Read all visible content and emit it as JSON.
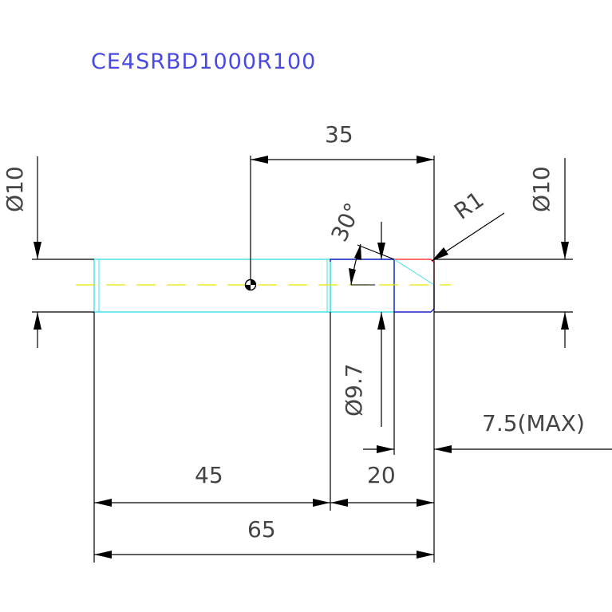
{
  "drawing": {
    "part_number": "CE4SRBD1000R100",
    "colors": {
      "background": "#ffffff",
      "dimension": "#000000",
      "text": "#444444",
      "title": "#4a4ae0",
      "body_outline": "#40e0e8",
      "centerline": "#e8e800",
      "tip_outline_red": "#ff4040",
      "tip_outline_blue": "#2020c0"
    },
    "dimensions": {
      "top_length": "35",
      "shank_dia_left": "Ø10",
      "shank_dia_right": "Ø10",
      "tip_radius": "R1",
      "chamfer_angle": "30°",
      "neck_dia": "Ø9.7",
      "max_depth": "7.5(MAX)",
      "shank_length": "45",
      "neck_length": "20",
      "overall_length": "65"
    }
  }
}
